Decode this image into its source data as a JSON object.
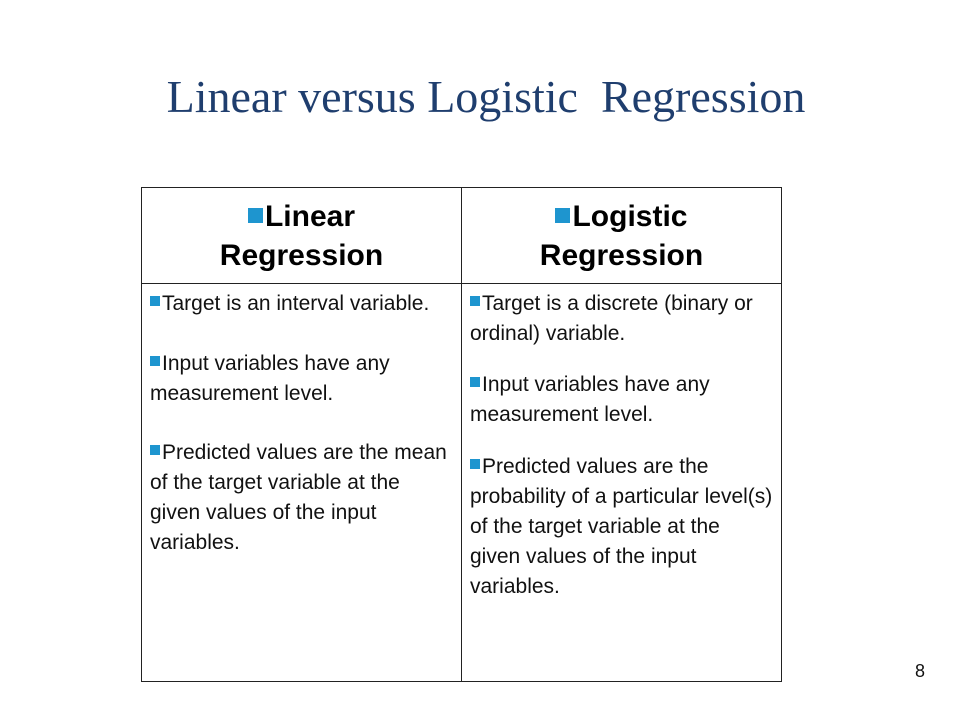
{
  "slide": {
    "title": "Linear versus Logistic  Regression",
    "page_number": "8",
    "accent_color": "#1e95cf",
    "title_color": "#1f3e6e"
  },
  "table": {
    "columns": [
      {
        "header": [
          "Linear",
          "Regression"
        ],
        "items": [
          "Target is an interval variable.",
          "Input variables have any measurement level.",
          "Predicted values are the mean of the target variable at the given values of the input variables."
        ]
      },
      {
        "header": [
          "Logistic",
          "Regression"
        ],
        "items": [
          "Target is a discrete (binary or ordinal) variable.",
          "Input variables have any measurement level.",
          "Predicted values are the probability of a particular level(s) of the target variable at the given values of the input variables."
        ]
      }
    ]
  }
}
